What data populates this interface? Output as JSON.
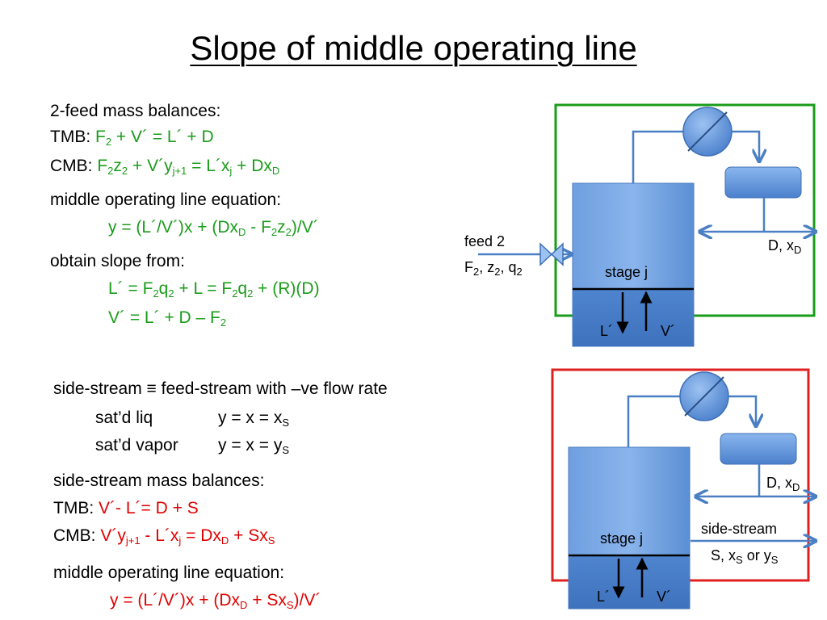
{
  "title": "Slope of middle operating line",
  "top": {
    "heading": "2-feed mass balances:",
    "tmb_label": "TMB: ",
    "cmb_label": "CMB: ",
    "mol_heading": "middle operating line equation:",
    "slope_heading": "obtain slope from:"
  },
  "bottom": {
    "side_stream_line": "side-stream ≡ feed-stream with –ve flow rate",
    "satd_liq": "sat’d liq",
    "satd_vapor": "sat’d vapor",
    "heading": "side-stream mass balances:",
    "tmb_label": "TMB: ",
    "cmb_label": "CMB: ",
    "mol_heading": "middle operating line equation:"
  },
  "diagram_top": {
    "feed_label": "feed 2",
    "stage_label": "stage j",
    "l_label": "L´",
    "v_label": "V´"
  },
  "diagram_bottom": {
    "stage_label": "stage j",
    "side_stream_label": "side-stream",
    "l_label": "L´",
    "v_label": "V´"
  },
  "colors": {
    "green_text": "#1a9c1a",
    "red_text": "#e00000",
    "green_box": "#1a9c1a",
    "red_box": "#e02020",
    "column_blue": "#5b8fd4",
    "arrow_blue": "#4a7fc4"
  }
}
